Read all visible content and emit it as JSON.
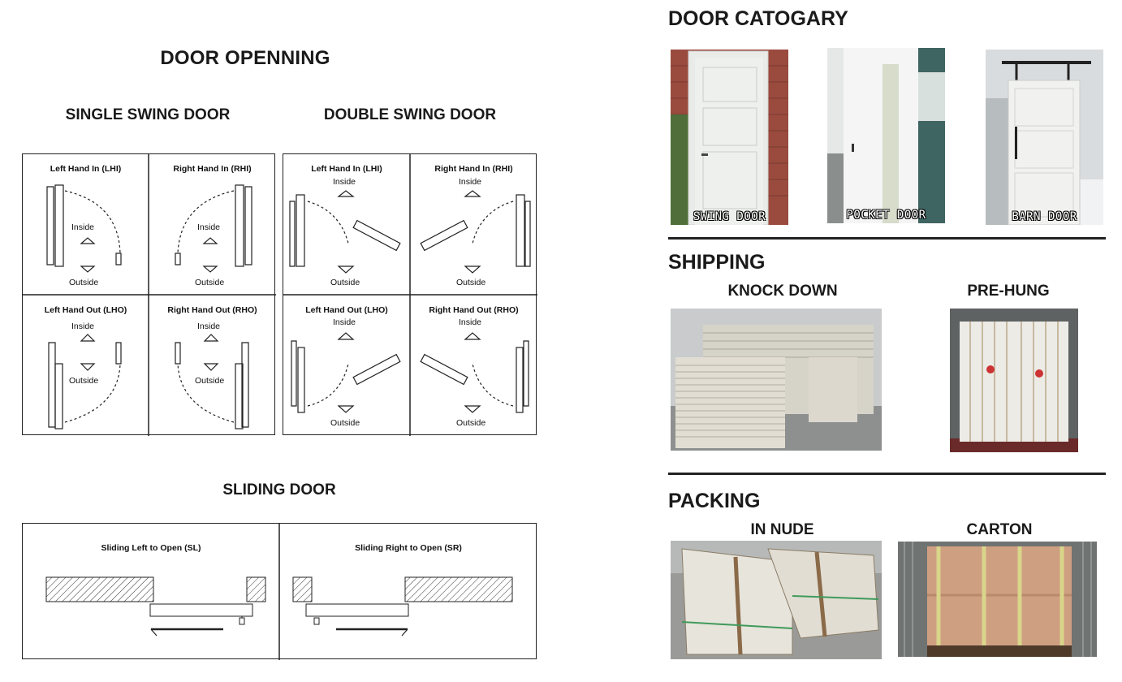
{
  "left": {
    "title": "DOOR OPENNING",
    "single_swing_title": "SINGLE SWING DOOR",
    "double_swing_title": "DOUBLE SWING DOOR",
    "sliding_title": "SLIDING DOOR",
    "single": [
      {
        "label": "Left Hand In (LHI)",
        "inside": "Inside",
        "outside": "Outside"
      },
      {
        "label": "Right Hand In (RHI)",
        "inside": "Inside",
        "outside": "Outside"
      },
      {
        "label": "Left Hand Out (LHO)",
        "inside": "Inside",
        "outside": "Outside"
      },
      {
        "label": "Right Hand Out (RHO)",
        "inside": "Inside",
        "outside": "Outside"
      }
    ],
    "double": [
      {
        "label": "Left Hand In (LHI)",
        "inside": "Inside",
        "outside": "Outside"
      },
      {
        "label": "Right Hand In (RHI)",
        "inside": "Inside",
        "outside": "Outside"
      },
      {
        "label": "Left Hand Out (LHO)",
        "inside": "Inside",
        "outside": "Outside"
      },
      {
        "label": "Right Hand Out (RHO)",
        "inside": "Inside",
        "outside": "Outside"
      }
    ],
    "sliding": [
      {
        "label": "Sliding Left to Open (SL)"
      },
      {
        "label": "Sliding Right to Open (SR)"
      }
    ]
  },
  "right": {
    "category_title": "DOOR CATOGARY",
    "categories": [
      {
        "label": "SWING DOOR"
      },
      {
        "label": "POCKET DOOR"
      },
      {
        "label": "BARN DOOR"
      }
    ],
    "shipping_title": "SHIPPING",
    "shipping": [
      {
        "label": "KNOCK DOWN"
      },
      {
        "label": "PRE-HUNG"
      }
    ],
    "packing_title": "PACKING",
    "packing": [
      {
        "label": "IN NUDE"
      },
      {
        "label": "CARTON"
      }
    ]
  }
}
